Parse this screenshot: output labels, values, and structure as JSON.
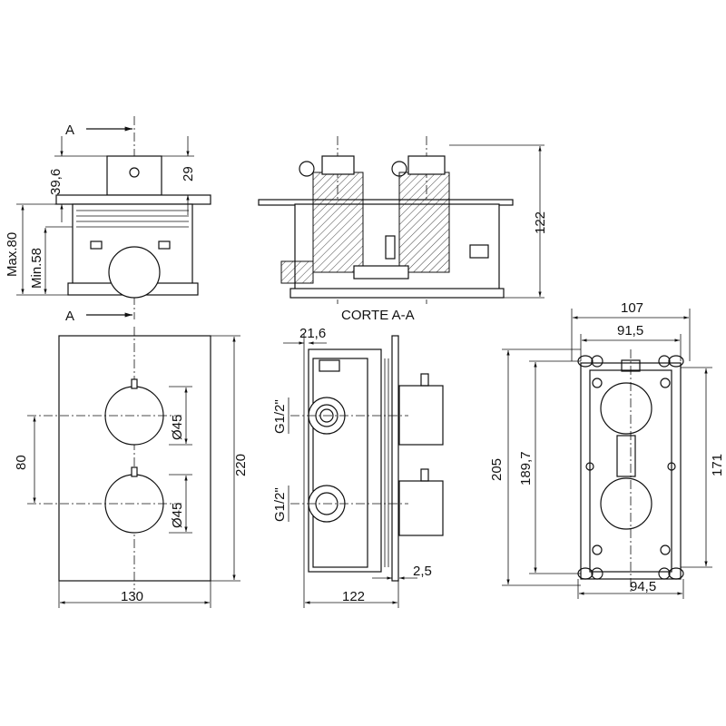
{
  "section_marker": "A",
  "top_view": {
    "dim_height_cover": "39,6",
    "dim_cap": "29",
    "dim_max": "Max.80",
    "dim_min": "Min.58"
  },
  "section_view": {
    "title": "CORTE A-A",
    "dim_height": "122"
  },
  "front_view": {
    "dim_knob_top": "Ø45",
    "dim_knob_bottom": "Ø45",
    "dim_knob_spacing": "80",
    "dim_height": "220",
    "dim_width": "130"
  },
  "side_view": {
    "dim_offset": "21,6",
    "thread_top": "G1/2\"",
    "thread_bottom": "G1/2\"",
    "dim_plate": "2,5",
    "dim_depth": "122"
  },
  "rear_view": {
    "dim_width_total": "107",
    "dim_width_inner": "91,5",
    "dim_height_total": "205",
    "dim_height_inner": "189,7",
    "dim_height_box": "171",
    "dim_width_bottom": "94,5"
  }
}
